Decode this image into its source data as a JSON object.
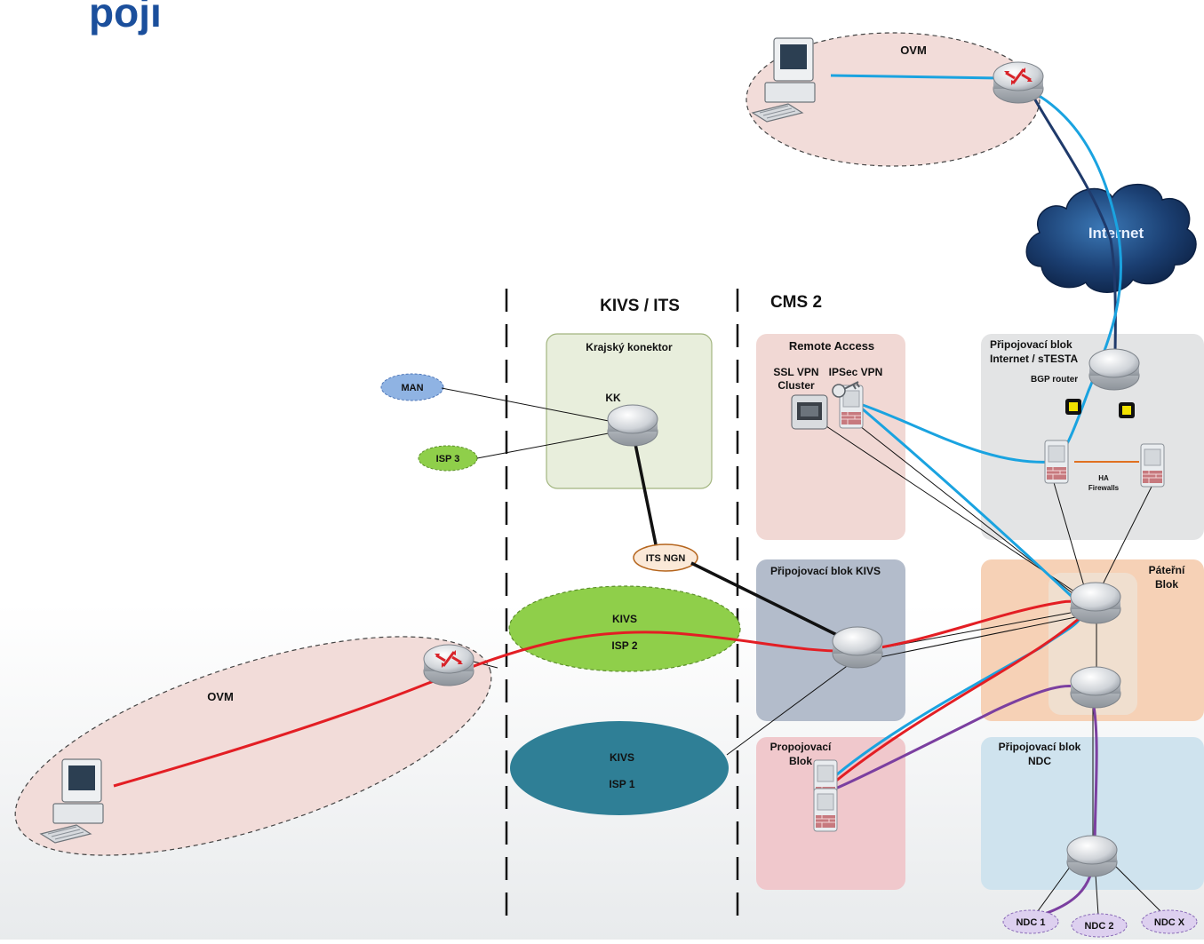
{
  "header": {
    "title_fragment": "pojı"
  },
  "columns": {
    "kivs_its": "KIVS / ITS",
    "cms2": "CMS 2"
  },
  "top_ovm": {
    "label": "OVM"
  },
  "left_ovm": {
    "label": "OVM"
  },
  "internet": {
    "label": "Internet"
  },
  "krajsky": {
    "title": "Krajský konektor",
    "router_label": "KK"
  },
  "man": {
    "label": "MAN"
  },
  "isp3": {
    "label": "ISP 3"
  },
  "its_ngn": {
    "label": "ITS NGN"
  },
  "kivs_isp2": {
    "line1": "KIVS",
    "line2": "ISP 2"
  },
  "kivs_isp1": {
    "line1": "KIVS",
    "line2": "ISP 1"
  },
  "remote_access": {
    "title": "Remote Access",
    "ssl_line1": "SSL VPN",
    "ssl_line2": "Cluster",
    "ipsec": "IPSec VPN"
  },
  "pripojovaci_internet": {
    "line1": "Připojovací blok",
    "line2": "Internet / sTESTA",
    "bgp": "BGP router",
    "ha_line1": "HA",
    "ha_line2": "Firewalls"
  },
  "pripojovaci_kivs": {
    "title": "Připojovací blok KIVS"
  },
  "pateri": {
    "line1": "Páteřní",
    "line2": "Blok"
  },
  "propojovaci": {
    "line1": "Propojovací",
    "line2": "Blok"
  },
  "pripojovaci_ndc": {
    "line1": "Připojovací blok",
    "line2": "NDC"
  },
  "ndc": {
    "n1": "NDC 1",
    "n2": "NDC 2",
    "nx": "NDC X"
  },
  "colors": {
    "red_path": "#e31e24",
    "blue_path": "#1aa3e0",
    "purple_path": "#7b3fa0",
    "navy": "#1f3a6b",
    "title_blue": "#1b4f9c"
  }
}
